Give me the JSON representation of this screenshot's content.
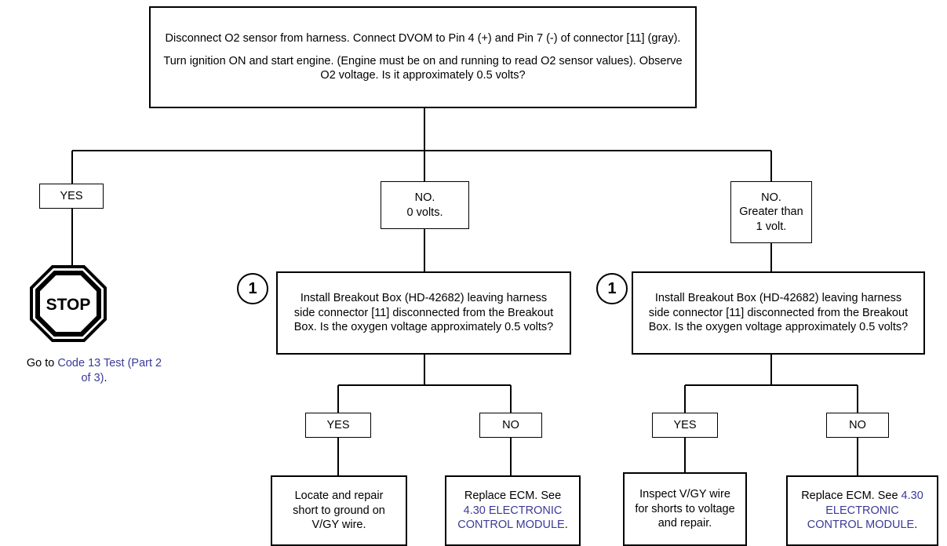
{
  "top_box": {
    "line1": "Disconnect O2 sensor from harness. Connect DVOM to Pin 4 (+) and Pin 7 (-) of connector [11] (gray).",
    "line2": "Turn ignition ON and start engine. (Engine must be on and running to read O2 sensor values). Observe O2 voltage. Is it approximately 0.5 volts?"
  },
  "branches": {
    "yes_label": "YES",
    "no_zero_label": "NO.\n0 volts.",
    "no_greater_label": "NO.\nGreater than\n1 volt."
  },
  "stop": {
    "sign_text": "STOP",
    "goto_prefix": "Go to ",
    "goto_link": "Code 13 Test (Part 2 of 3)",
    "goto_suffix": "."
  },
  "step_marker": "1",
  "left_branch": {
    "question": "Install Breakout Box (HD-42682) leaving harness side connector [11] disconnected from the Breakout Box. Is the oxygen voltage approximately 0.5 volts?",
    "yes_label": "YES",
    "no_label": "NO",
    "yes_action": "Locate and repair short to ground on V/GY wire.",
    "no_action_prefix": "Replace ECM. See ",
    "no_action_link": "4.30 ELECTRONIC CONTROL MODULE",
    "no_action_suffix": "."
  },
  "right_branch": {
    "question": "Install Breakout Box (HD-42682) leaving harness side connector [11] disconnected from the Breakout Box. Is the oxygen voltage approximately 0.5 volts?",
    "yes_label": "YES",
    "no_label": "NO",
    "yes_action": "Inspect V/GY wire for shorts to voltage and repair.",
    "no_action_prefix": "Replace ECM. See ",
    "no_action_link": "4.30 ELECTRONIC CONTROL MODULE",
    "no_action_suffix": "."
  },
  "colors": {
    "link": "#3a3a99",
    "line": "#000000"
  }
}
